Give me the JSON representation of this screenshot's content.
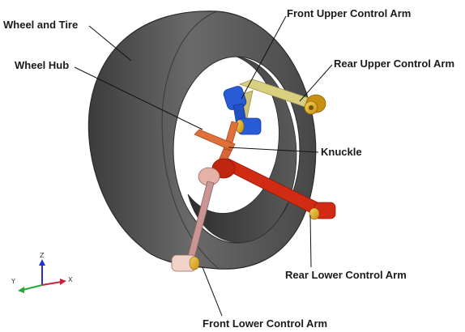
{
  "labels": {
    "wheel_and_tire": "Wheel and Tire",
    "wheel_hub": "Wheel Hub",
    "front_upper_control_arm": "Front Upper Control Arm",
    "rear_upper_control_arm": "Rear Upper Control Arm",
    "knuckle": "Knuckle",
    "rear_lower_control_arm": "Rear Lower Control Arm",
    "front_lower_control_arm": "Front Lower Control Arm"
  },
  "axes": {
    "z": "Z",
    "y": "Y",
    "x": "X"
  },
  "colors": {
    "tire": "#575757",
    "upper_front_arm": "#2a5bd7",
    "upper_rear_arm": "#d9cf7e",
    "knuckle": "#e0703a",
    "lower_rear_arm": "#d12b14",
    "lower_front_arm": "#c99595",
    "bushing": "#e9b521"
  }
}
